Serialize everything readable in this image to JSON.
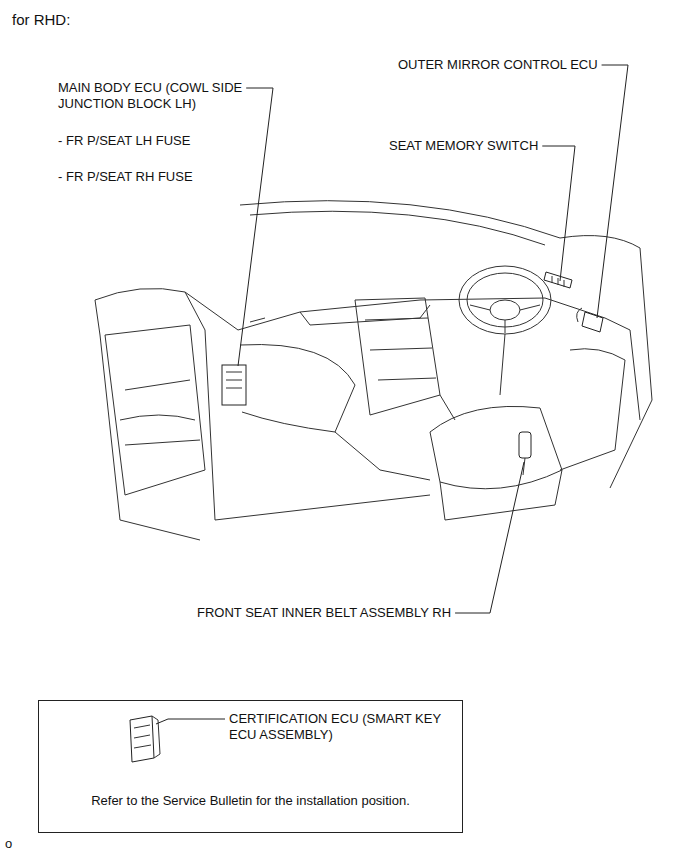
{
  "diagram": {
    "title": "for RHD:",
    "nodes": [
      {
        "text": [
          "CERTIFICATION ECU (SMART KEY ECU ASSEMBLY)",
          "Refer to the Service Bulletin for the installation position."
        ]
      }
    ],
    "labels": [
      "MAIN BODY ECU (COWL SIDE JUNCTION BLOCK LH)",
      "- FR P/SEAT LH FUSE",
      "- FR P/SEAT RH FUSE",
      "OUTER MIRROR CONTROL ECU",
      "SEAT MEMORY SWITCH",
      "FRONT SEAT INNER BELT ASSEMBLY RH",
      "o"
    ]
  }
}
